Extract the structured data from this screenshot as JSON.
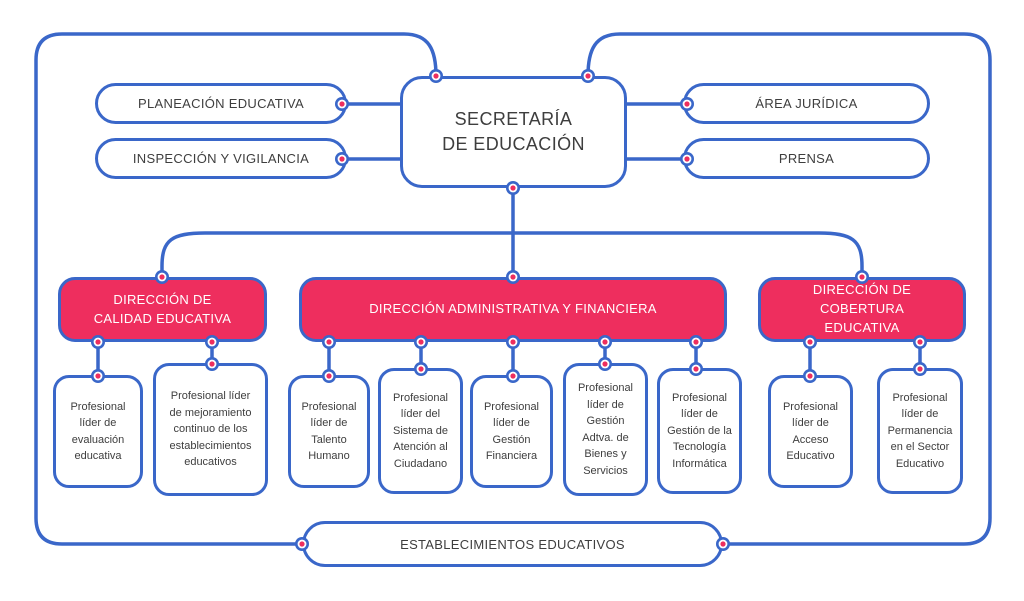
{
  "colors": {
    "blue": "#3A67C9",
    "pink": "#EE2E5E",
    "text": "#3E3E3E",
    "background": "#FFFFFF"
  },
  "root": {
    "title_line1": "SECRETARÍA",
    "title_line2": "DE EDUCACIÓN"
  },
  "staff_left": [
    {
      "label": "PLANEACIÓN EDUCATIVA"
    },
    {
      "label": "INSPECCIÓN Y VIGILANCIA"
    }
  ],
  "staff_right": [
    {
      "label": "ÁREA JURÍDICA"
    },
    {
      "label": "PRENSA"
    }
  ],
  "directorates": [
    {
      "label": "DIRECCIÓN DE CALIDAD EDUCATIVA",
      "children": [
        {
          "label": "Profesional líder de evaluación educativa"
        },
        {
          "label": "Profesional líder de mejoramiento continuo de los establecimientos educativos"
        }
      ]
    },
    {
      "label": "DIRECCIÓN ADMINISTRATIVA Y FINANCIERA",
      "children": [
        {
          "label": "Profesional líder de Talento Humano"
        },
        {
          "label": "Profesional líder del Sistema de Atención al Ciudadano"
        },
        {
          "label": "Profesional líder de Gestión Financiera"
        },
        {
          "label": "Profesional líder de Gestión Adtva. de Bienes y Servicios"
        },
        {
          "label": "Profesional líder de Gestión de la Tecnología Informática"
        }
      ]
    },
    {
      "label": "DIRECCIÓN DE COBERTURA EDUCATIVA",
      "children": [
        {
          "label": "Profesional líder de Acceso Educativo"
        },
        {
          "label": "Profesional líder de Permanencia en el Sector Educativo"
        }
      ]
    }
  ],
  "bottom": {
    "label": "ESTABLECIMIENTOS EDUCATIVOS"
  }
}
